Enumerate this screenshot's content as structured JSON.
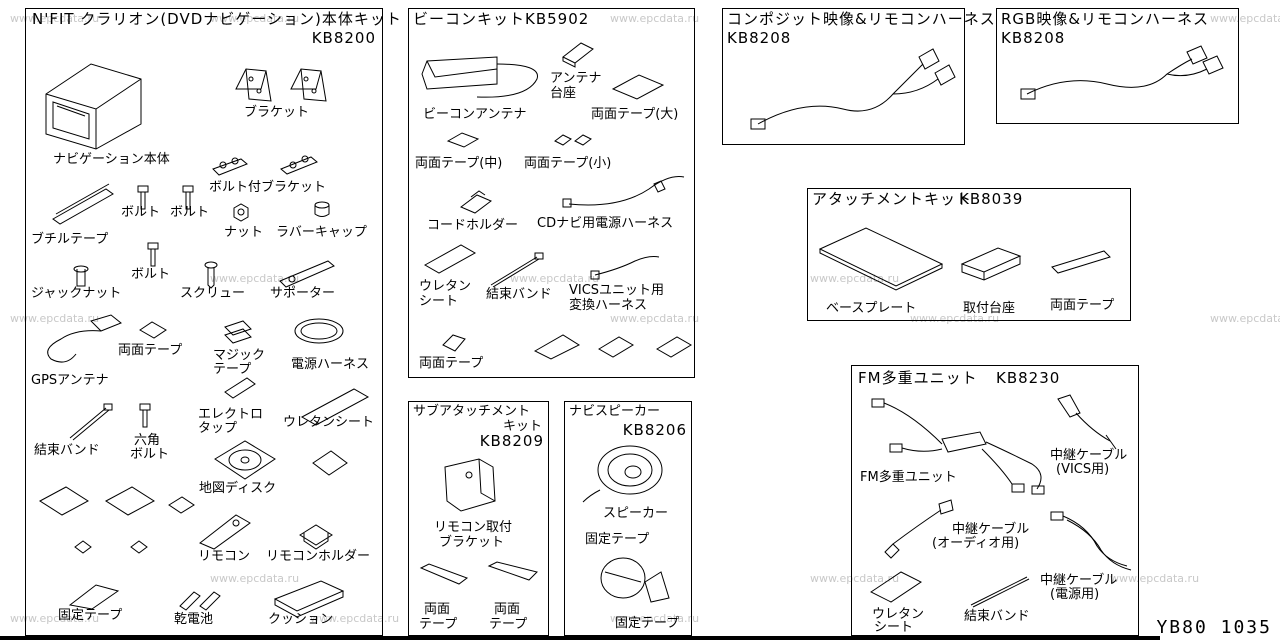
{
  "watermark": "www.epcdata.ru",
  "diagram_id": "YB80 1035",
  "kits": {
    "nav": {
      "title": "N'FIT クラリオン(DVDナビゲーション)本体キット",
      "code": "KB8200",
      "parts": {
        "bracket": "ブラケット",
        "nav_unit": "ナビゲーション本体",
        "bolt_bracket": "ボルト付ブラケット",
        "butyl_tape": "ブチルテープ",
        "bolt_a": "ボルト",
        "bolt_b": "ボルト",
        "nut": "ナット",
        "rubber_cap": "ラバーキャップ",
        "jack_nut": "ジャックナット",
        "bolt_c": "ボルト",
        "screw": "スクリュー",
        "supporter": "サポーター",
        "double_tape": "両面テープ",
        "magic_tape_1": "マジック",
        "magic_tape_2": "テープ",
        "power_harness": "電源ハーネス",
        "gps_antenna": "GPSアンテナ",
        "cable_tie": "結束バンド",
        "hex_bolt_1": "六角",
        "hex_bolt_2": "ボルト",
        "electro_tap_1": "エレクトロ",
        "electro_tap_2": "タップ",
        "urethane_sheet": "ウレタンシート",
        "map_disc": "地図ディスク",
        "remote": "リモコン",
        "remote_holder": "リモコンホルダー",
        "fixing_tape": "固定テープ",
        "battery": "乾電池",
        "cushion": "クッション"
      }
    },
    "beacon": {
      "title": "ビーコンキット",
      "code": "KB5902",
      "parts": {
        "antenna_base_1": "アンテナ",
        "antenna_base_2": "台座",
        "beacon_antenna": "ビーコンアンテナ",
        "tape_large": "両面テープ(大)",
        "tape_medium": "両面テープ(中)",
        "tape_small": "両面テープ(小)",
        "cord_holder": "コードホルダー",
        "cd_power_harness": "CDナビ用電源ハーネス",
        "urethane_1": "ウレタン",
        "urethane_2": "シート",
        "cable_tie": "結束バンド",
        "vics_harness_1": "VICSユニット用",
        "vics_harness_2": "変換ハーネス",
        "double_tape": "両面テープ"
      }
    },
    "composite": {
      "title": "コンポジット映像&リモコンハーネス",
      "code": "KB8208"
    },
    "rgb": {
      "title": "RGB映像&リモコンハーネス",
      "code": "KB8208"
    },
    "attach": {
      "title": "アタッチメントキット",
      "code": "KB8039",
      "parts": {
        "base_plate": "ベースプレート",
        "mount_base": "取付台座",
        "double_tape": "両面テープ"
      }
    },
    "sub_attach": {
      "title_1": "サブアタッチメント",
      "title_2": "キット",
      "code": "KB8209",
      "parts": {
        "remote_bracket_1": "リモコン取付",
        "remote_bracket_2": "ブラケット",
        "tape_a_1": "両面",
        "tape_a_2": "テープ",
        "tape_b_1": "両面",
        "tape_b_2": "テープ"
      }
    },
    "speaker": {
      "title": "ナビスピーカー",
      "code": "KB8206",
      "parts": {
        "speaker": "スピーカー",
        "fixing_tape_a": "固定テープ",
        "fixing_tape_b": "固定テープ"
      }
    },
    "fm": {
      "title": "FM多重ユニット",
      "code": "KB8230",
      "parts": {
        "fm_unit": "FM多重ユニット",
        "relay_vics_1": "中継ケーブル",
        "relay_vics_2": "(VICS用)",
        "relay_audio_1": "中継ケーブル",
        "relay_audio_2": "(オーディオ用)",
        "relay_power_1": "中継ケーブル",
        "relay_power_2": "(電源用)",
        "urethane_1": "ウレタン",
        "urethane_2": "シート",
        "cable_tie": "結束バンド"
      }
    }
  }
}
